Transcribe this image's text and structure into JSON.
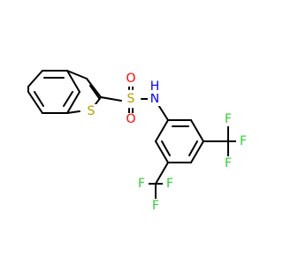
{
  "molecule": {
    "atoms": [
      {
        "id": "s_thiophene",
        "label": "S",
        "color": "#b59f00"
      },
      {
        "id": "s_sulfonyl",
        "label": "S",
        "color": "#b59f00"
      },
      {
        "id": "o_top",
        "label": "O",
        "color": "#ff0000"
      },
      {
        "id": "o_bottom",
        "label": "O",
        "color": "#ff0000"
      },
      {
        "id": "n_amine",
        "label": "N",
        "color": "#0000ff"
      },
      {
        "id": "h_amine",
        "label": "H",
        "color": "#0000ff"
      },
      {
        "id": "f_right_1",
        "label": "F",
        "color": "#33cc33"
      },
      {
        "id": "f_right_2",
        "label": "F",
        "color": "#33cc33"
      },
      {
        "id": "f_right_3",
        "label": "F",
        "color": "#33cc33"
      },
      {
        "id": "f_bottom_1",
        "label": "F",
        "color": "#33cc33"
      },
      {
        "id": "f_bottom_2",
        "label": "F",
        "color": "#33cc33"
      },
      {
        "id": "f_bottom_3",
        "label": "F",
        "color": "#33cc33"
      }
    ],
    "bond_color": "#000000"
  }
}
